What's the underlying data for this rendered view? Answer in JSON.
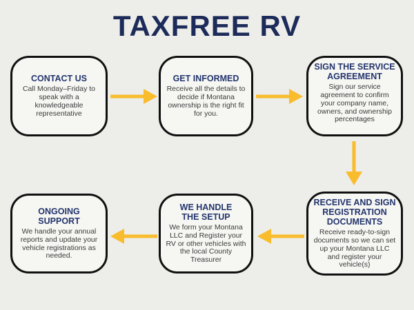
{
  "page": {
    "title": "TAXFREE RV"
  },
  "colors": {
    "background": "#edede9",
    "title_navy": "#1c2b59",
    "heading_navy": "#23356d",
    "body_gray": "#3a3a3a",
    "arrow_yellow": "#f9bc2d",
    "box_border": "#101010"
  },
  "flow": {
    "steps": [
      {
        "id": "contact-us",
        "title": "CONTACT US",
        "description": "Call Monday–Friday to speak with a knowledgeable representative"
      },
      {
        "id": "get-informed",
        "title": "GET INFORMED",
        "description": "Receive all the details to decide if Montana ownership is the right fit for you."
      },
      {
        "id": "sign-the-service-agreement",
        "title": "SIGN THE SERVICE AGREEMENT",
        "description": "Sign our service agreement to confirm your company name, owners, and ownership percentages"
      },
      {
        "id": "receive-and-sign-registration-documents",
        "title": "RECEIVE AND SIGN REGISTRATION DOCUMENTS",
        "description": "Receive ready-to-sign documents so we can set up your Montana LLC and register your vehicle(s)"
      },
      {
        "id": "we-handle-the-setup",
        "title": "WE HANDLE THE SETUP",
        "description": "We form your Montana LLC and Register your RV or other vehicles with the local County Treasurer"
      },
      {
        "id": "ongoing-support",
        "title": "ONGOING SUPPORT",
        "description": "We handle your annual reports and update your vehicle registrations as needed."
      }
    ],
    "connectors": [
      {
        "from": 1,
        "to": 2,
        "direction": "right"
      },
      {
        "from": 2,
        "to": 3,
        "direction": "right"
      },
      {
        "from": 3,
        "to": 4,
        "direction": "down"
      },
      {
        "from": 4,
        "to": 5,
        "direction": "left"
      },
      {
        "from": 5,
        "to": 6,
        "direction": "left"
      }
    ]
  }
}
